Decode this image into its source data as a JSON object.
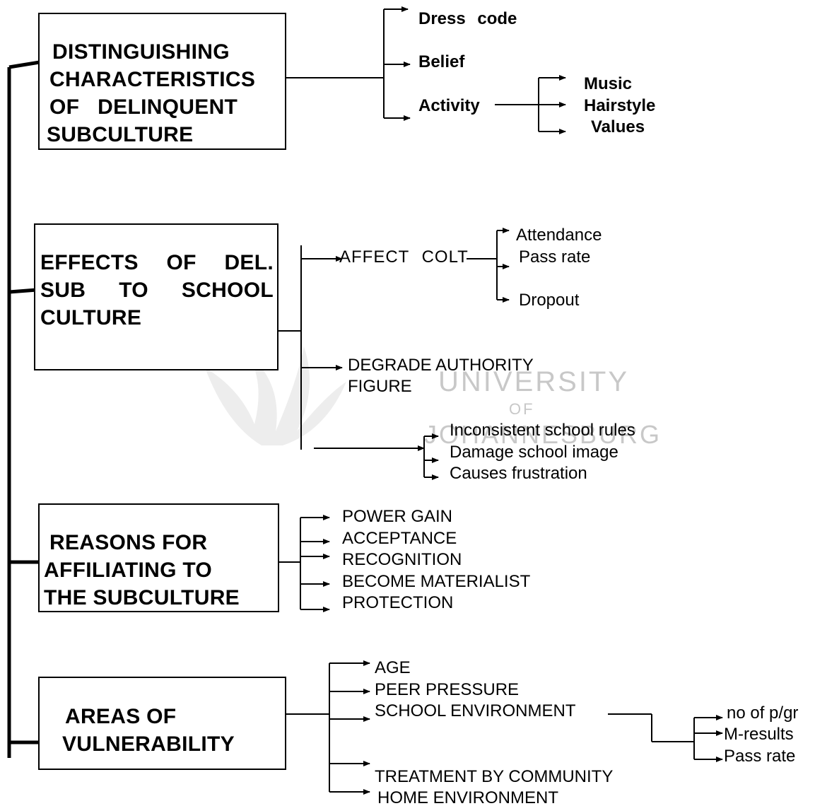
{
  "boxes": [
    {
      "lines": [
        "DISTINGUISHING",
        "CHARACTERISTICS",
        "OF   DELINQUENT",
        "SUBCULTURE"
      ]
    },
    {
      "line0": [
        "EFFECTS",
        "OF",
        "DEL."
      ],
      "line1": [
        "SUB",
        "TO",
        "SCHOOL"
      ],
      "line2": "CULTURE"
    },
    {
      "lines": [
        "REASONS FOR",
        "AFFILIATING TO",
        "THE SUBCULTURE"
      ]
    },
    {
      "lines": [
        "AREAS OF",
        "VULNERABILITY"
      ]
    }
  ],
  "leaves": {
    "distinguishing": [
      "Dress code",
      "Belief",
      "Activity"
    ],
    "activity": [
      "Music",
      "Hairstyle",
      "Values"
    ],
    "effects": [
      "AFFECT COLT",
      "DEGRADE AUTHORITY",
      "FIGURE"
    ],
    "colt": [
      "Attendance",
      "Pass rate",
      "Dropout"
    ],
    "other_effects": [
      "Inconsistent school rules",
      "Damage school image",
      "Causes frustration"
    ],
    "reasons": [
      "POWER GAIN",
      "ACCEPTANCE",
      "RECOGNITION",
      "BECOME MATERIALIST",
      "PROTECTION"
    ],
    "vulnerability": [
      "AGE",
      "PEER PRESSURE",
      "SCHOOL ENVIRONMENT",
      "TREATMENT BY COMMUNITY",
      "HOME ENVIRONMENT"
    ],
    "school_env": [
      "no of p/gr",
      "M-results",
      "Pass rate"
    ]
  },
  "watermark": {
    "line1": "UNIVERSITY",
    "line2": "OF",
    "line3": "JOHANNESBURG"
  }
}
